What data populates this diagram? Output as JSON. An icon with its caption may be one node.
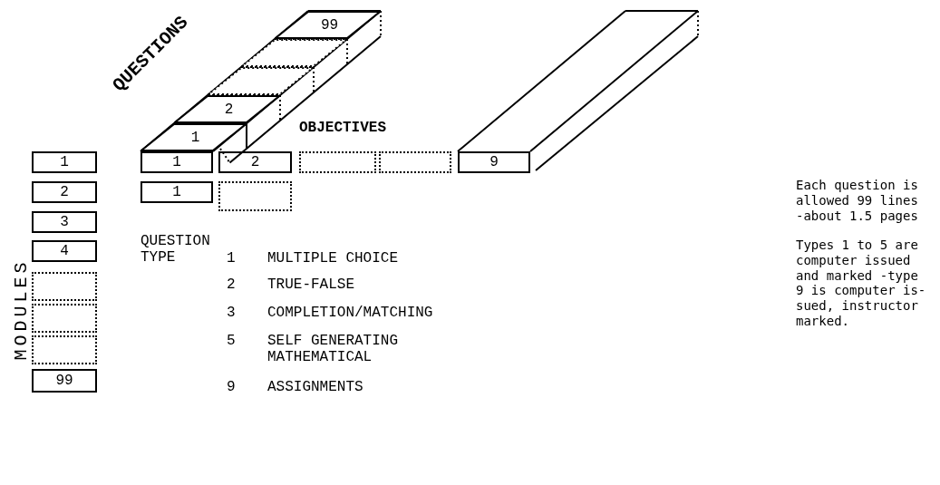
{
  "diagram": {
    "nodes": [
      {
        "text": [
          "99"
        ]
      },
      {
        "text": [],
        "shape": "box"
      },
      {
        "text": [],
        "shape": "box"
      },
      {
        "text": [
          "2"
        ]
      },
      {
        "text": [
          "1"
        ]
      },
      {
        "text": [
          "1"
        ]
      },
      {
        "text": [
          "1"
        ]
      },
      {
        "text": [
          "2"
        ]
      },
      {
        "text": [],
        "shape": "box"
      },
      {
        "text": [],
        "shape": "box"
      },
      {
        "text": [
          "9"
        ]
      },
      {
        "text": [
          "2"
        ]
      },
      {
        "text": [
          "1"
        ]
      },
      {
        "text": [],
        "shape": "box"
      },
      {
        "text": [
          "3"
        ]
      },
      {
        "text": [
          "4"
        ]
      },
      {
        "text": [],
        "shape": "box"
      },
      {
        "text": [],
        "shape": "box"
      },
      {
        "text": [],
        "shape": "box"
      },
      {
        "text": [
          "99"
        ]
      }
    ],
    "edges": [],
    "labels": [
      "QUESTIONS",
      "OBJECTIVES",
      "MODULES",
      "QUESTION TYPE",
      "1",
      "MULTIPLE CHOICE",
      "2",
      "TRUE-FALSE",
      "3",
      "COMPLETION/MATCHING",
      "5",
      "SELF GENERATING MATHEMATICAL",
      "9",
      "ASSIGNMENTS",
      "Each question is allowed 99 lines -about 1.5 pages",
      "Types 1 to 5 are computer issued and marked -type 9 is computer is- sued, instructor marked."
    ]
  }
}
